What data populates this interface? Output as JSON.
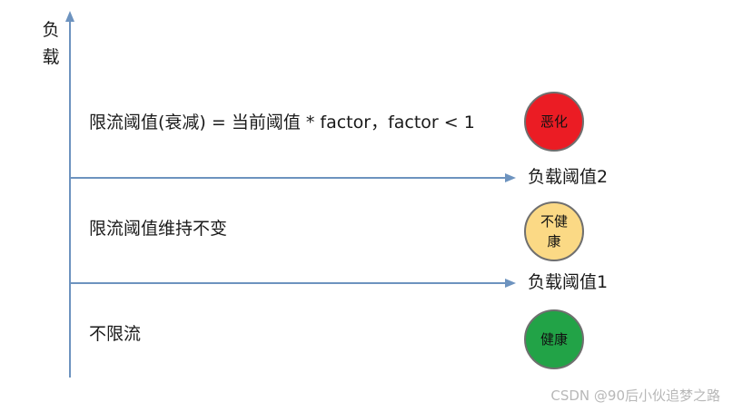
{
  "diagram": {
    "y_axis_label": "负载",
    "zones": {
      "top_text": "限流阈值(衰减) = 当前阈值 * factor，factor < 1",
      "middle_text": "限流阈值维持不变",
      "bottom_text": "不限流"
    },
    "thresholds": {
      "upper_label": "负载阈值2",
      "lower_label": "负载阈值1"
    },
    "statuses": {
      "bad": {
        "label": "恶化",
        "color": "#eb1c24"
      },
      "unhealthy": {
        "label": "不健康",
        "color": "#fbd985"
      },
      "healthy": {
        "label": "健康",
        "color": "#22a347"
      }
    },
    "colors": {
      "axis": "#6d93bf",
      "circle_border": "#6f6f6f"
    }
  },
  "watermark": "CSDN @90后小伙追梦之路"
}
